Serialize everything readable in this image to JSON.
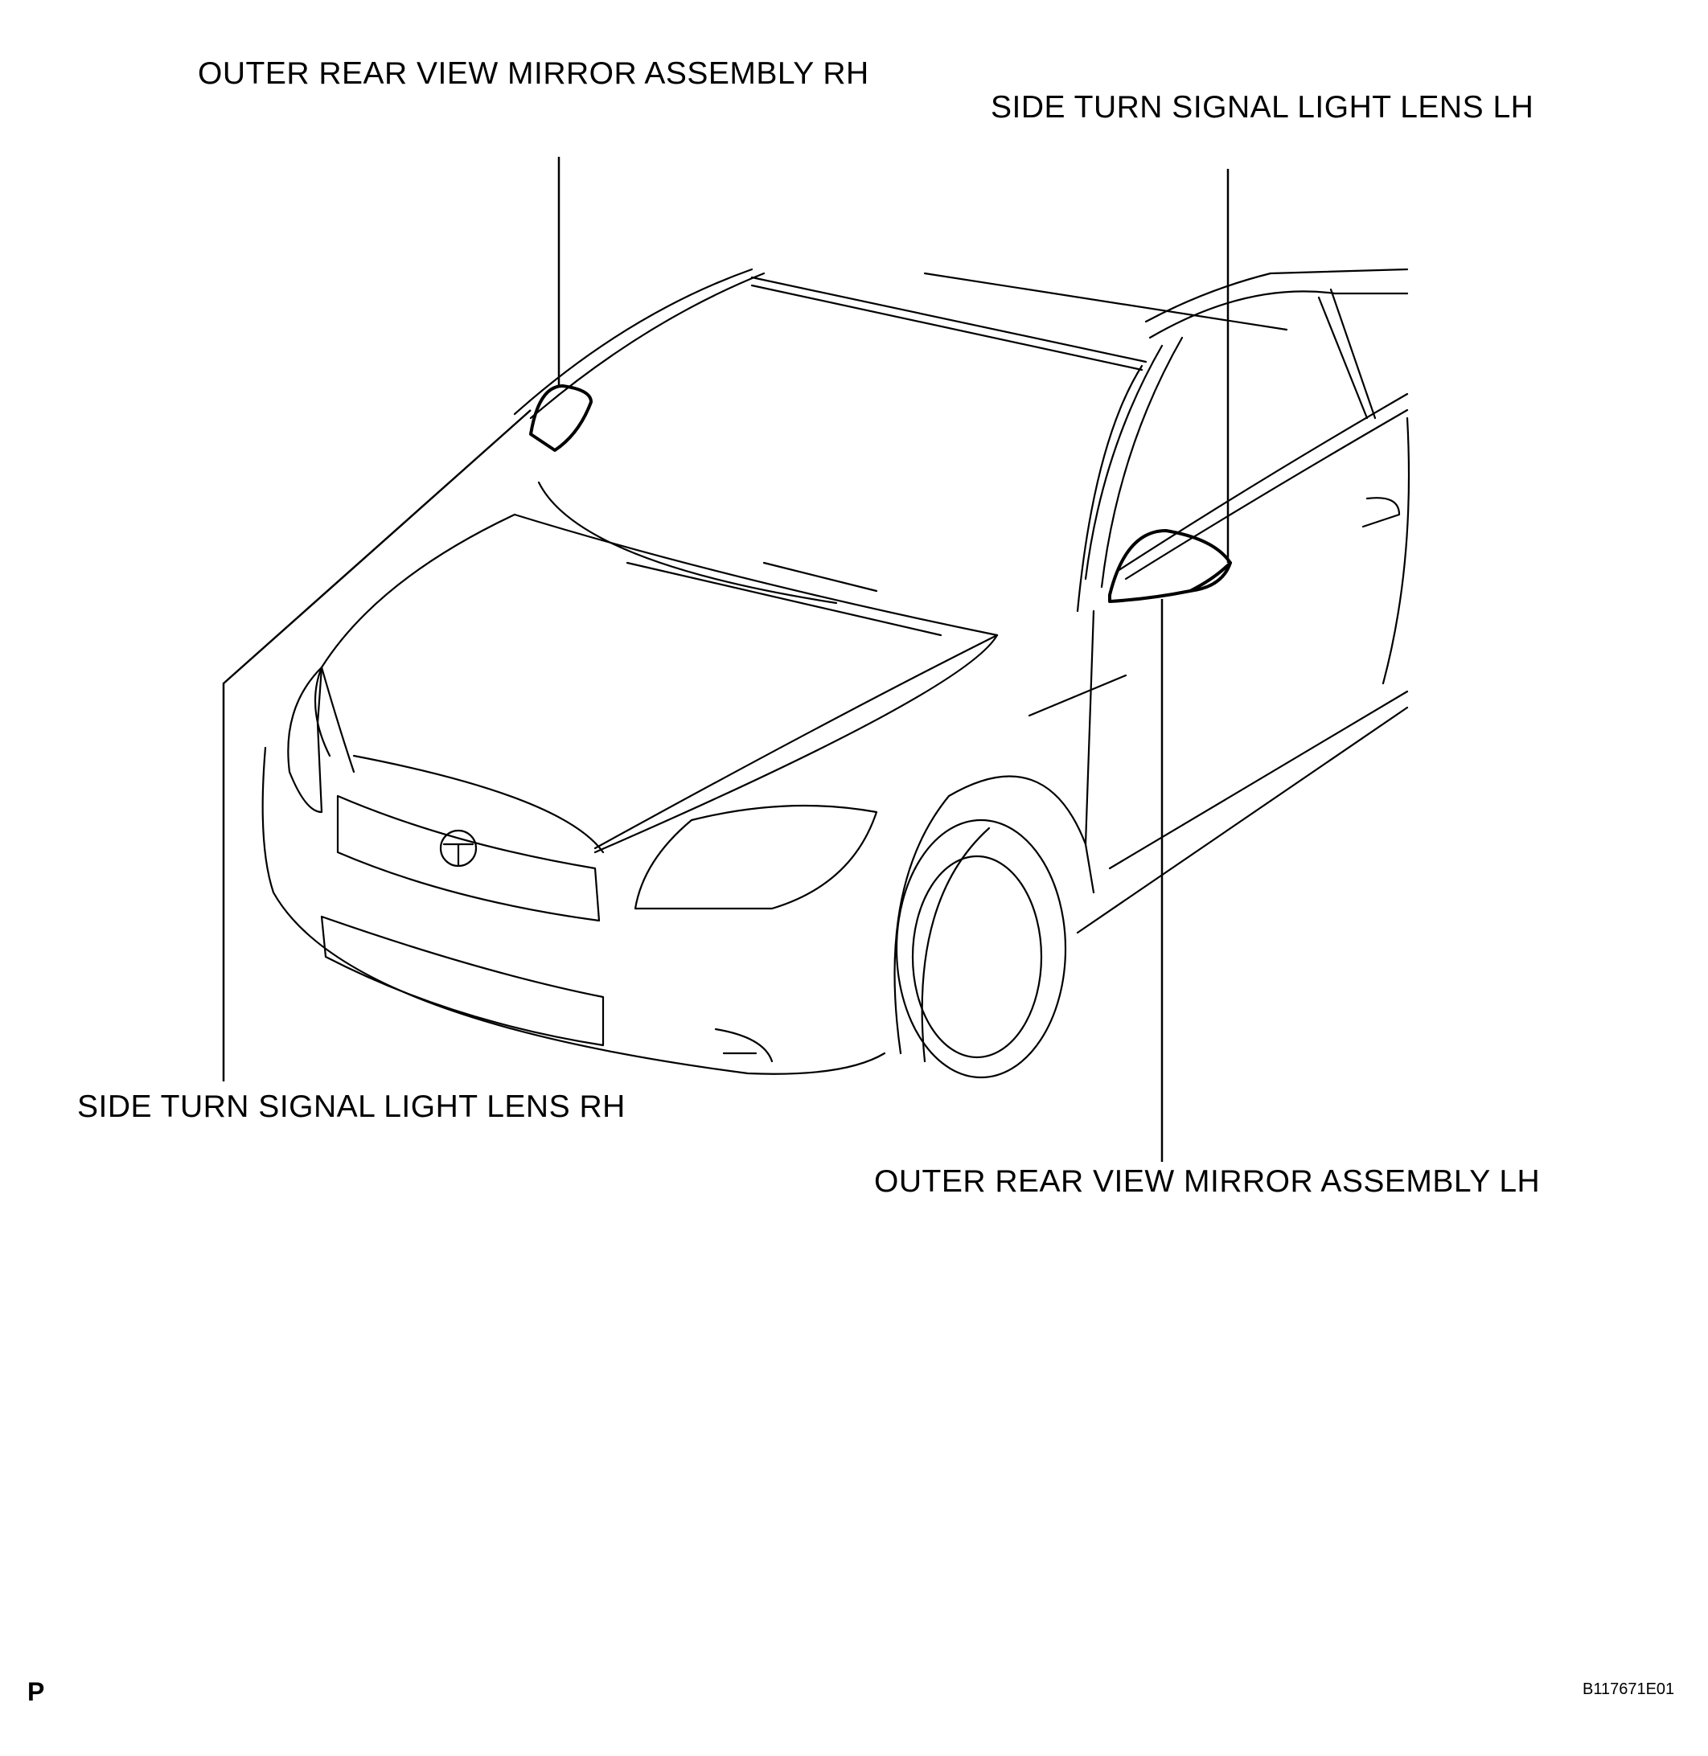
{
  "labels": {
    "mirror_rh": "OUTER REAR VIEW MIRROR ASSEMBLY RH",
    "lens_lh": "SIDE TURN SIGNAL LIGHT LENS LH",
    "lens_rh": "SIDE TURN SIGNAL LIGHT LENS RH",
    "mirror_lh": "OUTER REAR VIEW MIRROR ASSEMBLY LH"
  },
  "footer": {
    "left_mark": "P",
    "figure_code": "B117671E01"
  }
}
